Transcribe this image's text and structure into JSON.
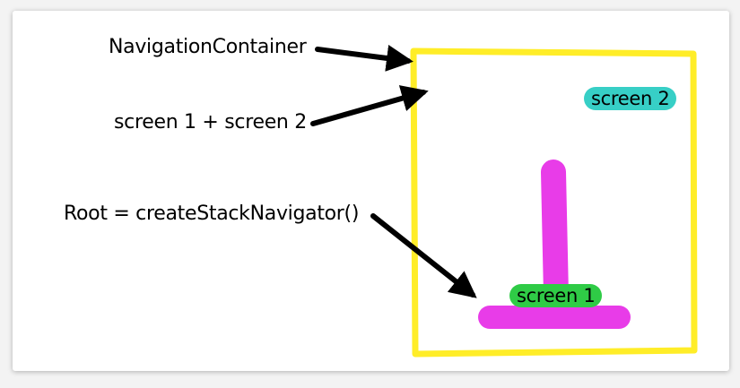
{
  "labels": {
    "navigation_container": "NavigationContainer",
    "screens": "screen 1 + screen 2",
    "root": "Root = createStackNavigator()"
  },
  "pills": {
    "screen_2": "screen 2",
    "screen_1": "screen 1"
  },
  "colors": {
    "frame": "#ffed28",
    "pole": "#e83ce8",
    "screen_1_fill": "#2fcb46",
    "screen_2_fill": "#37cfc6",
    "arrow": "#000000"
  }
}
